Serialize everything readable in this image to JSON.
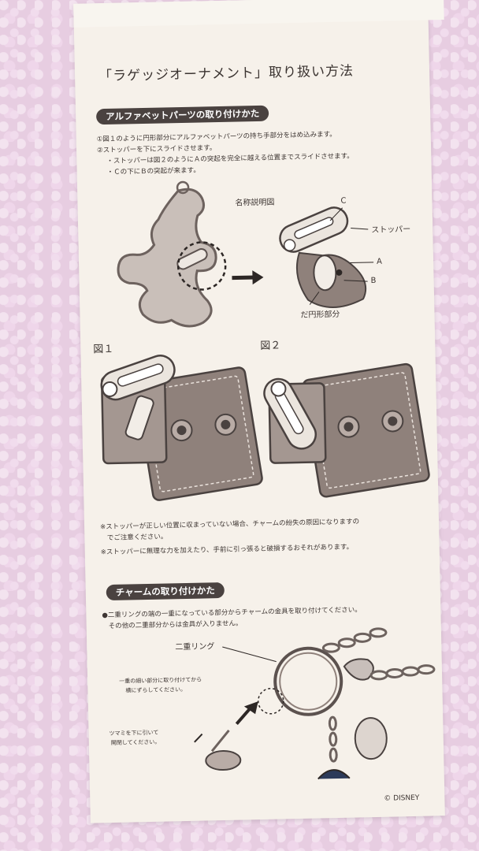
{
  "title": "「ラゲッジオーナメント」取り扱い方法",
  "section1": {
    "heading": "アルファベットパーツの取り付けかた",
    "lines": [
      "①図１のように円形部分にアルファベットパーツの持ち手部分をはめ込みます。",
      "②ストッパーを下にスライドさせます。",
      "・ストッパーは図２のようにＡの突起を完全に越える位置までスライドさせます。",
      "・Ｃの下にＢの突起が来ます。"
    ],
    "diagram_title": "名称説明図",
    "labels": {
      "c": "C",
      "stopper": "ストッパー",
      "a": "A",
      "b": "B",
      "circle_part": "だ円形部分"
    },
    "fig1": "図１",
    "fig2": "図２",
    "notes": [
      "※ストッパーが正しい位置に収まっていない場合、チャームの紛失の原因になりますの",
      "　でご注意ください。",
      "※ストッパーに無理な力を加えたり、手前に引っ張ると破損するおそれがあります。"
    ]
  },
  "section2": {
    "heading": "チャームの取り付けかた",
    "lines": [
      "●二重リングの端の一重になっている部分からチャームの金具を取り付けてください。",
      "その他の二重部分からは金具が入りません。"
    ],
    "ring_label": "二重リング",
    "hint1": "一重の細い部分に取り付けてから",
    "hint1b": "横にずらしてください。",
    "hint2": "ツマミを下に引いて",
    "hint2b": "開閉してください。"
  },
  "copyright": "© DISNEY"
}
